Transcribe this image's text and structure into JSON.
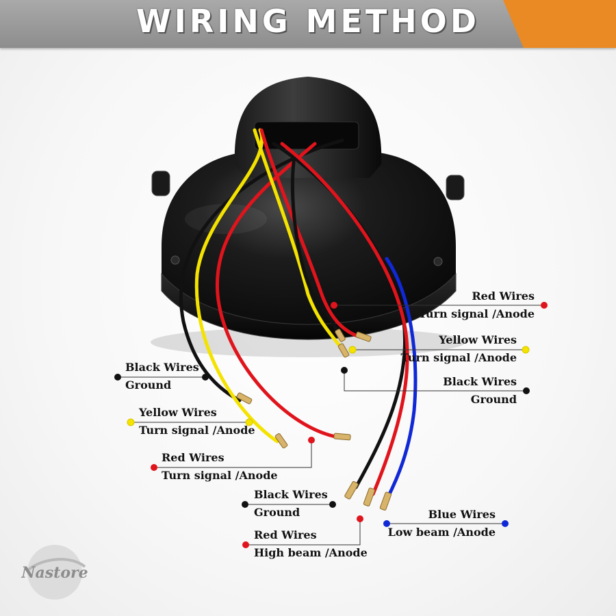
{
  "header": {
    "title": "WIRING METHOD",
    "accent_color": "#e98a24",
    "bar_color": "#9b9b9b"
  },
  "device": {
    "icon": "headlight-housing-icon",
    "body_color": "#111111"
  },
  "wire_colors": {
    "red": "#e0141c",
    "yellow": "#f4e200",
    "black": "#111111",
    "blue": "#1028d6"
  },
  "labels": [
    {
      "id": "red-top",
      "name": "Red Wires",
      "function": "Turn signal /Anode",
      "color": "#e0141c"
    },
    {
      "id": "yellow-top",
      "name": "Yellow Wires",
      "function": "Turn signal /Anode",
      "color": "#f4e200"
    },
    {
      "id": "black-top",
      "name": "Black Wires",
      "function": "Ground",
      "color": "#111111"
    },
    {
      "id": "black-left",
      "name": "Black Wires",
      "function": "Ground",
      "color": "#111111"
    },
    {
      "id": "yellow-left",
      "name": "Yellow Wires",
      "function": "Turn signal /Anode",
      "color": "#f4e200"
    },
    {
      "id": "red-left",
      "name": "Red Wires",
      "function": "Turn signal /Anode",
      "color": "#e0141c"
    },
    {
      "id": "black-bottom",
      "name": "Black Wires",
      "function": "Ground",
      "color": "#111111"
    },
    {
      "id": "red-bottom",
      "name": "Red Wires",
      "function": "High beam /Anode",
      "color": "#e0141c"
    },
    {
      "id": "blue-bottom",
      "name": "Blue Wires",
      "function": "Low beam  /Anode",
      "color": "#1028d6"
    }
  ],
  "brand": {
    "logo_text": "Nastore",
    "icon": "nastore-logo-icon"
  }
}
